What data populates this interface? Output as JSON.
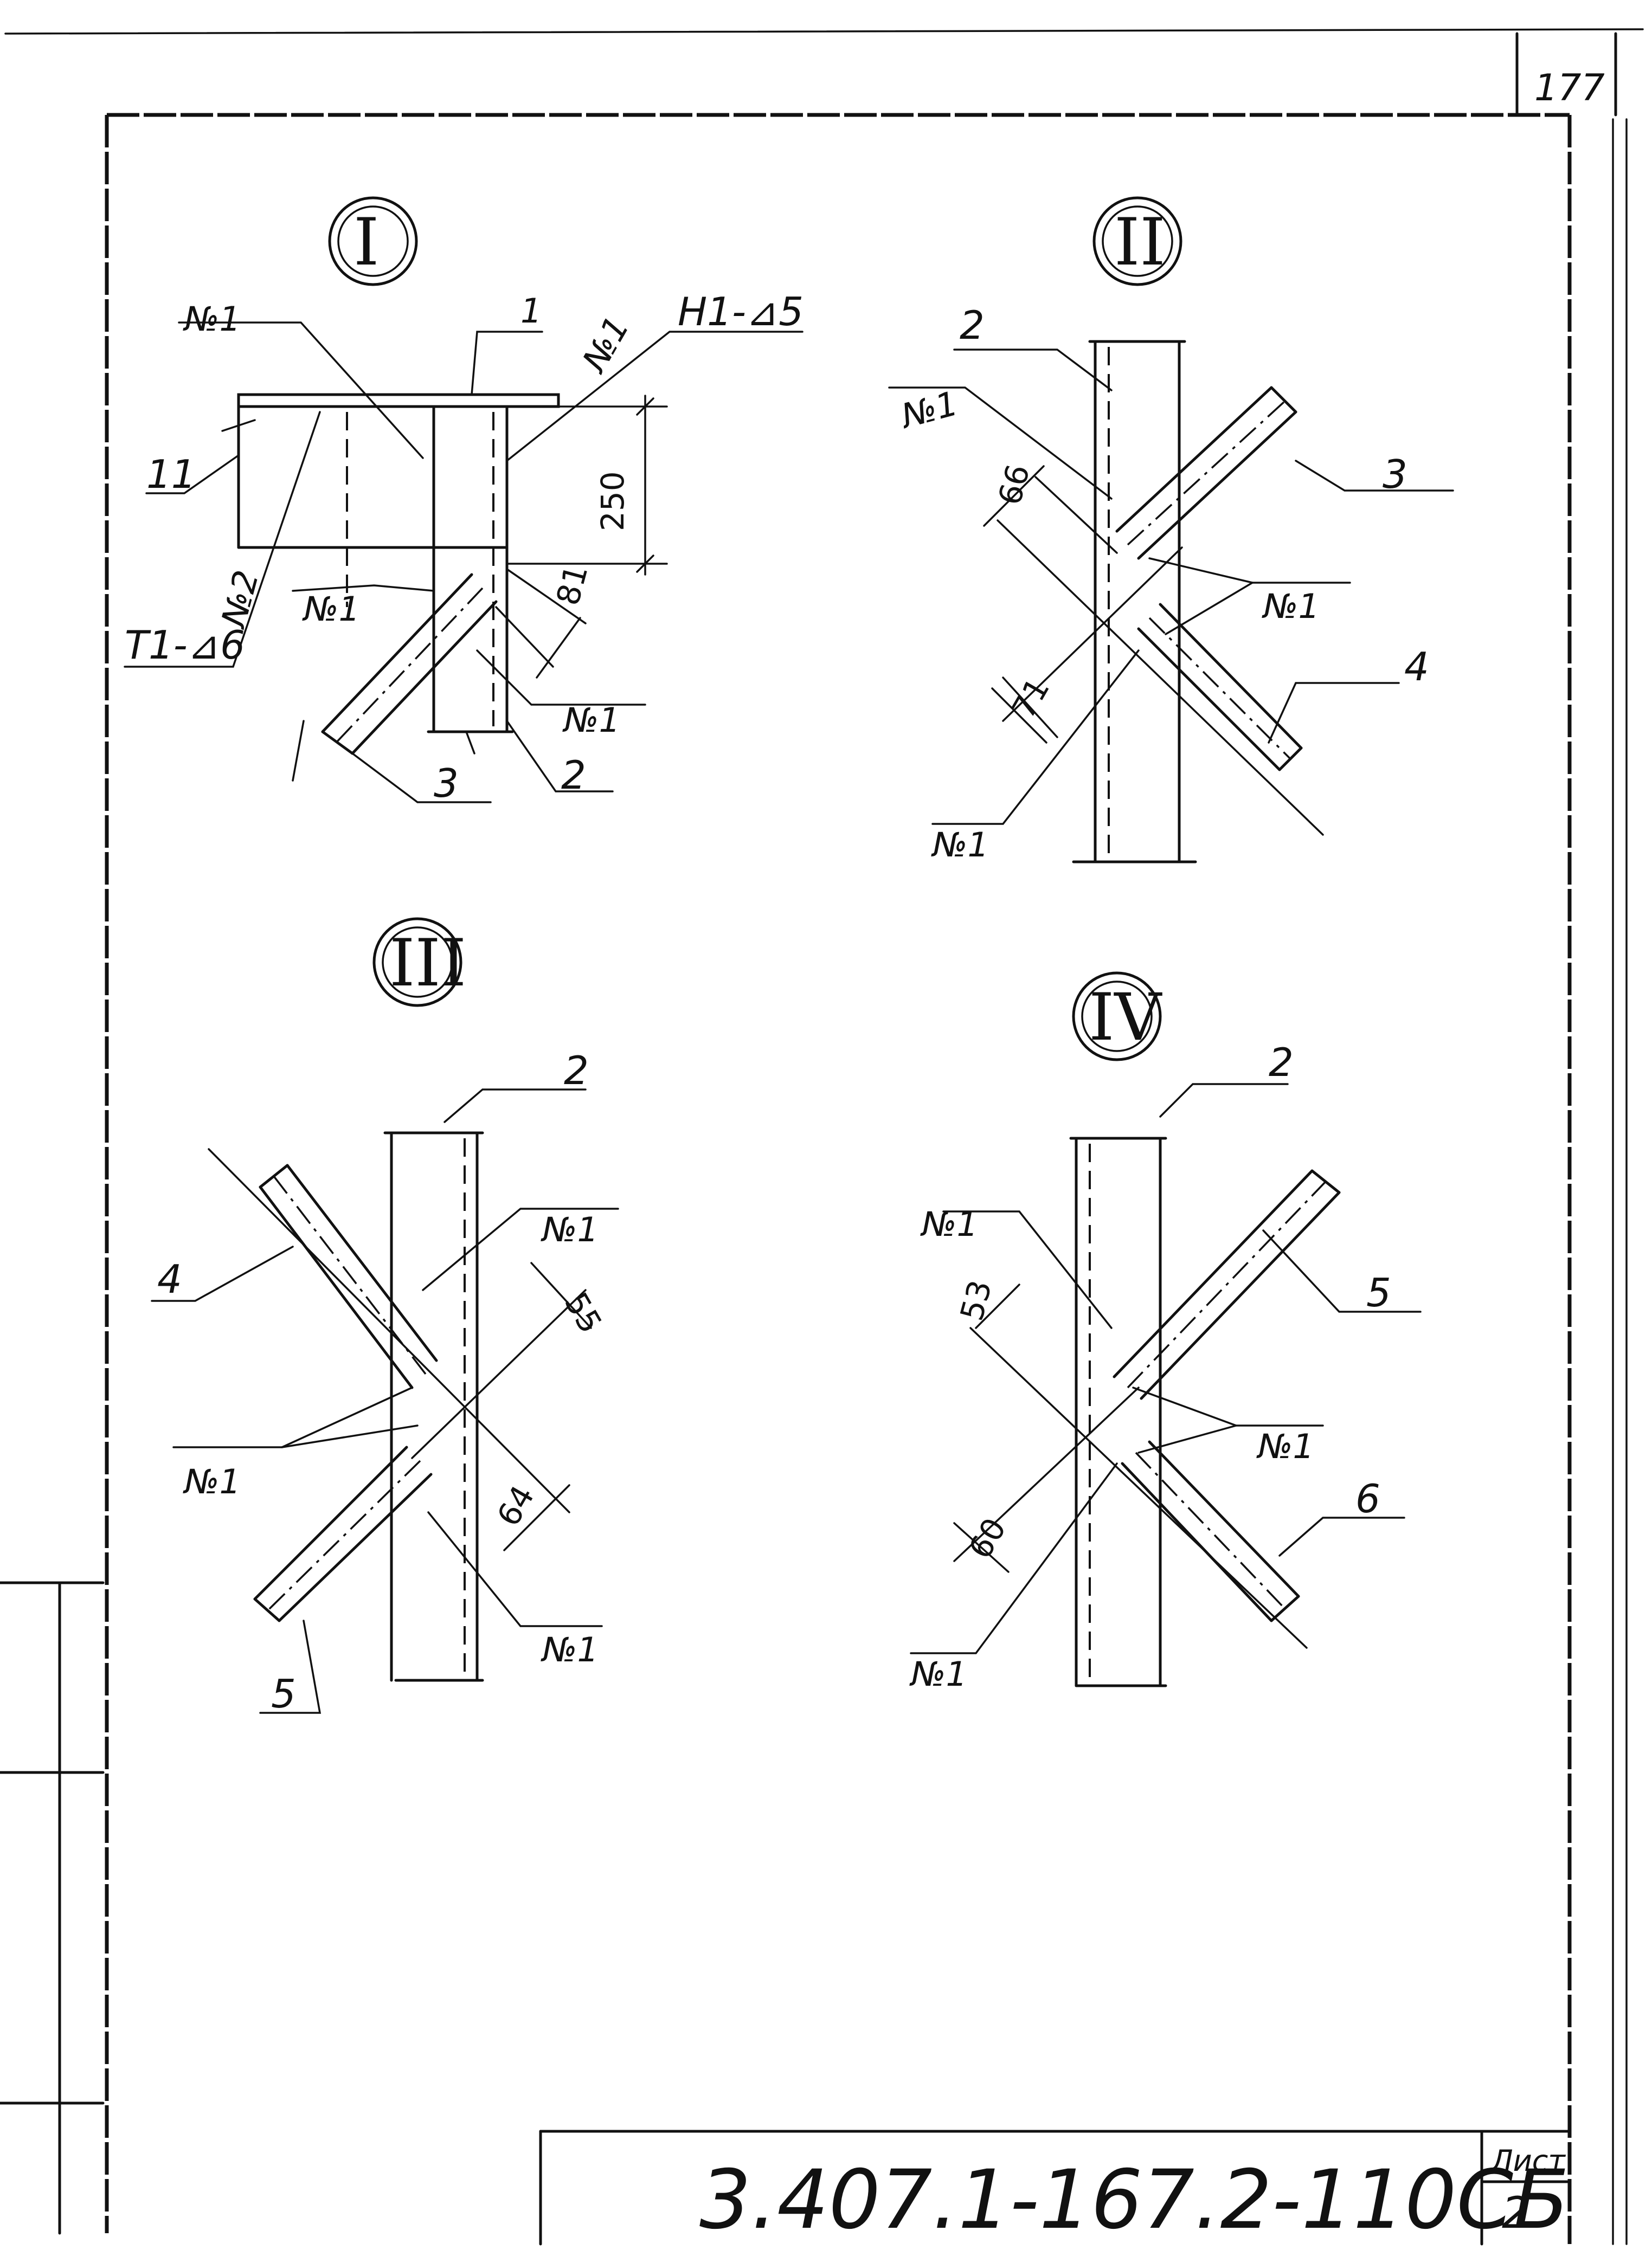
{
  "page_number": "177",
  "title_block": {
    "code": "3.407.1-167.2-110СБ",
    "sheet_label": "Лист",
    "sheet_number": "2"
  },
  "details": {
    "I": {
      "roman": "I",
      "labels": {
        "part1": "1",
        "part11": "11",
        "part2": "2",
        "part3": "3",
        "weld1_a": "№1",
        "weld1_b": "№1",
        "weld1_c": "№1",
        "weld1_d": "№1",
        "weld2": "№2",
        "weld_spec_top": "Н1-⊿5",
        "weld_spec_left": "Т1-⊿6"
      },
      "dims": {
        "height": "250",
        "offset": "81"
      }
    },
    "II": {
      "roman": "II",
      "labels": {
        "part2": "2",
        "part3": "3",
        "part4": "4",
        "weld1_a": "№1",
        "weld1_b": "№1",
        "weld1_c": "№1"
      },
      "dims": {
        "upper": "66",
        "lower": "71"
      }
    },
    "III": {
      "roman": "III",
      "labels": {
        "part2": "2",
        "part4": "4",
        "part5": "5",
        "weld1_a": "№1",
        "weld1_b": "№1",
        "weld1_c": "№1"
      },
      "dims": {
        "upper": "55",
        "lower": "64"
      }
    },
    "IV": {
      "roman": "IV",
      "labels": {
        "part2": "2",
        "part5": "5",
        "part6": "6",
        "weld1_a": "№1",
        "weld1_b": "№1",
        "weld1_c": "№1"
      },
      "dims": {
        "upper": "53",
        "lower": "60"
      }
    }
  }
}
